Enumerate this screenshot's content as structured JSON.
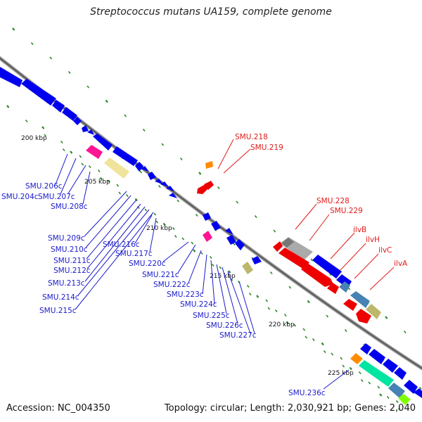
{
  "title": "Streptococcus mutans UA159, complete genome",
  "footer": {
    "accession": "Accession: NC_004350",
    "summary": "Topology: circular; Length: 2,030,921 bp; Genes: 2,040"
  },
  "colors": {
    "forward": "#0000ee",
    "reverse": "#ee0000",
    "blue_label": "#1a1acc",
    "red_label": "#e11a1a",
    "tick": "#2a8a2a",
    "backbone": "#888888"
  },
  "ticks": [
    "200 kbp",
    "205 kbp",
    "210 kbp",
    "215 kbp",
    "220 kbp",
    "225 kbp"
  ],
  "labels_blue": [
    "SMU.206c",
    "SMU.204c",
    "SMU.207c",
    "SMU.208c",
    "SMU.209c",
    "SMU.210c",
    "SMU.211c",
    "SMU.212c",
    "SMU.213c",
    "SMU.214c",
    "SMU.215c",
    "SMU.216c",
    "SMU.217c",
    "SMU.220c",
    "SMU.221c",
    "SMU.222c",
    "SMU.223c",
    "SMU.224c",
    "SMU.225c",
    "SMU.226c",
    "SMU.227c",
    "SMU.236c"
  ],
  "labels_red": [
    "SMU.218",
    "SMU.219",
    "SMU.228",
    "SMU.229",
    "ilvB",
    "ilvH",
    "ilvC",
    "ilvA"
  ]
}
